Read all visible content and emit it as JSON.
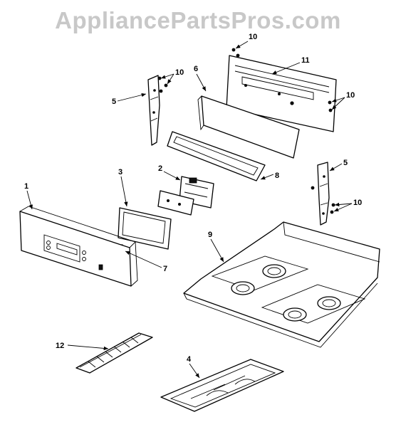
{
  "watermark": "AppliancePartsPros.com",
  "callouts": {
    "c1": "1",
    "c2": "2",
    "c3": "3",
    "c4": "4",
    "c5a": "5",
    "c5b": "5",
    "c6": "6",
    "c7": "7",
    "c8": "8",
    "c9": "9",
    "c10a": "10",
    "c10b": "10",
    "c10c": "10",
    "c10d": "10",
    "c11": "11",
    "c12": "12"
  }
}
